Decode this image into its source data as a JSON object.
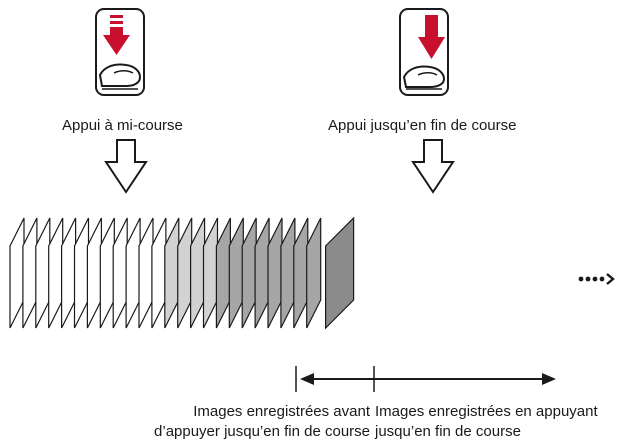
{
  "labels": {
    "half_press": "Appui à mi-course",
    "full_press": "Appui jusqu’en fin de course"
  },
  "captions": {
    "before": [
      "Images enregistrées avant",
      "d’appuyer jusqu’en fin de course"
    ],
    "after": [
      "Images enregistrées en appuyant",
      "jusqu’en fin de course"
    ]
  },
  "frames": {
    "groups": [
      {
        "name": "white",
        "count": 12,
        "fill": "#ffffff"
      },
      {
        "name": "light",
        "count": 4,
        "fill": "#d2d2d2"
      },
      {
        "name": "dark",
        "count": 8,
        "fill": "#a6a6a6"
      }
    ],
    "last_fill": "#8c8c8c",
    "stroke": "#1a1a1a"
  },
  "colors": {
    "press_arrow": "#c8102e",
    "button_outline": "#1a1a1a",
    "line": "#1a1a1a"
  },
  "icons": [
    "half-press-button-icon",
    "full-press-button-icon",
    "down-arrow-icon",
    "continuation-arrow-icon"
  ]
}
